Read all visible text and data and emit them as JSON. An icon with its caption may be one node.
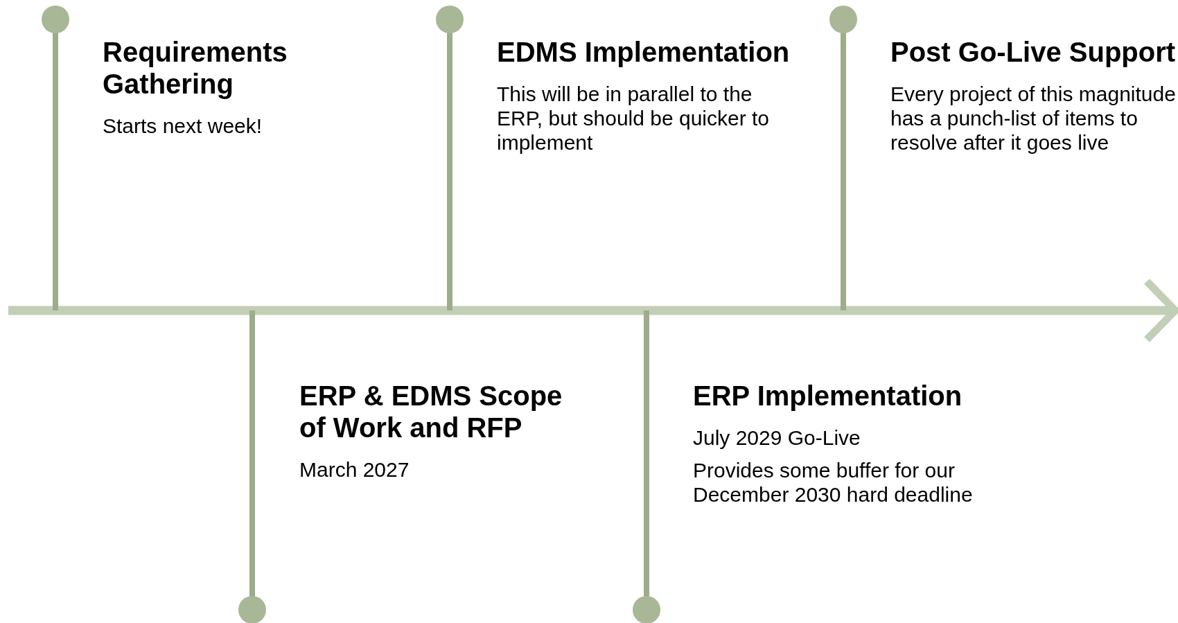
{
  "diagram": {
    "nodes": [
      {
        "text": [
          "Requirements Gathering",
          "Starts next week!"
        ]
      },
      {
        "text": [
          "ERP & EDMS Scope of Work and RFP",
          "March 2027"
        ]
      },
      {
        "text": [
          "EDMS Implementation",
          "This will be in parallel to the ERP, but should be quicker to implement"
        ]
      },
      {
        "text": [
          "ERP Implementation",
          "July 2029 Go-Live",
          "Provides some buffer for our December 2030 hard deadline"
        ]
      },
      {
        "text": [
          "Post Go-Live Support",
          "Every project of this magnitude has a punch-list of items to resolve after it goes live"
        ]
      }
    ]
  }
}
